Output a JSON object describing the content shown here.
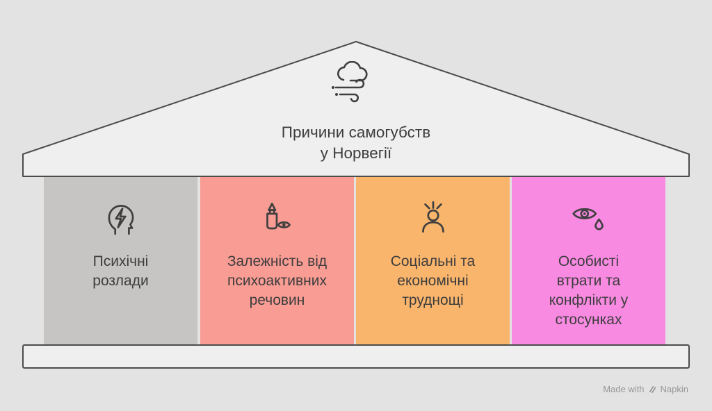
{
  "colors": {
    "background": "#e3e3e3",
    "shape_fill": "#efefef",
    "outline": "#4c4c4c",
    "text": "#3d3d3d",
    "icon": "#3f3f3f",
    "footer_text": "#969696"
  },
  "roof": {
    "title_line1": "Причини самогубств",
    "title_line2": "у Норвегії",
    "icon": "wind-cloud-icon"
  },
  "columns": [
    {
      "id": "mental-disorders",
      "label": "Психічні\nрозлади",
      "color": "#c6c5c4",
      "icon": "head-lightning-icon"
    },
    {
      "id": "substance-dependence",
      "label": "Залежність від\nпсихоактивних\nречовин",
      "color": "#f99c94",
      "icon": "nasal-spray-eye-icon"
    },
    {
      "id": "social-economic",
      "label": "Соціальні та\nекономічні\nтруднощі",
      "color": "#f9b56c",
      "icon": "stressed-person-icon"
    },
    {
      "id": "personal-losses",
      "label": "Особисті\nвтрати та\nконфлікти у\nстосунках",
      "color": "#f88ae2",
      "icon": "eye-tear-icon"
    }
  ],
  "footer": {
    "made_with": "Made with",
    "brand": "Napkin"
  }
}
